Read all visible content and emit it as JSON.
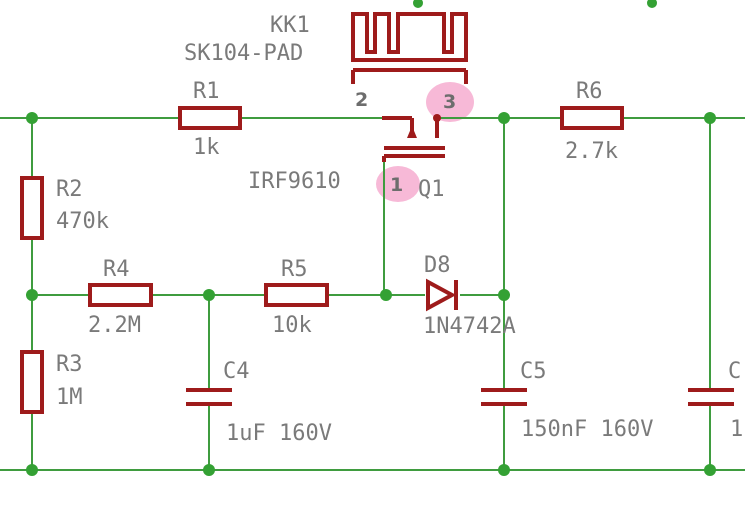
{
  "heatsink": {
    "ref": "KK1",
    "package": "SK104-PAD"
  },
  "transistor": {
    "ref": "Q1",
    "part": "IRF9610",
    "pins": {
      "gate": "1",
      "drain": "2",
      "source": "3"
    }
  },
  "resistors": [
    {
      "ref": "R1",
      "value": "1k"
    },
    {
      "ref": "R2",
      "value": "470k"
    },
    {
      "ref": "R3",
      "value": "1M"
    },
    {
      "ref": "R4",
      "value": "2.2M"
    },
    {
      "ref": "R5",
      "value": "10k"
    },
    {
      "ref": "R6",
      "value": "2.7k"
    }
  ],
  "diode": {
    "ref": "D8",
    "part": "1N4742A"
  },
  "capacitors": [
    {
      "ref": "C4",
      "value": "1uF 160V"
    },
    {
      "ref": "C5",
      "value": "150nF 160V"
    },
    {
      "ref": "C",
      "value": "1"
    }
  ],
  "colors": {
    "wire": "#3f9c3f",
    "component": "#9e1b1b",
    "label": "#7a7a7a",
    "pin_highlight": "#f7b4d4"
  }
}
